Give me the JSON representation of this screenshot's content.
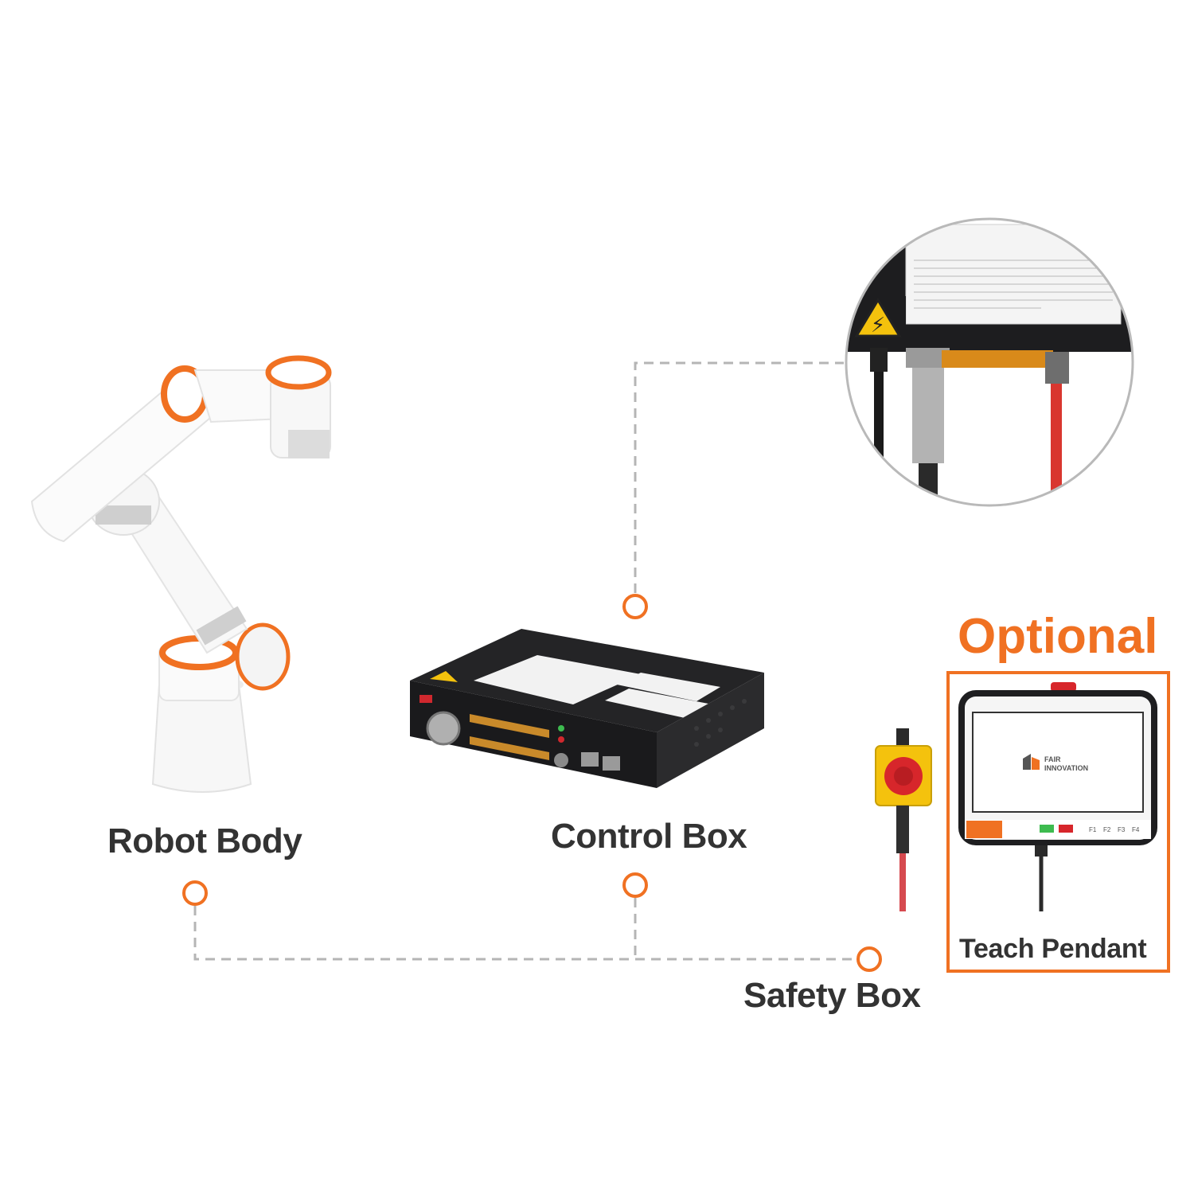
{
  "labels": {
    "robot_body": "Robot Body",
    "control_box": "Control Box",
    "safety_box": "Safety Box",
    "optional": "Optional",
    "teach_pendant": "Teach Pendant"
  },
  "pendant_screen": {
    "brand_line1": "FAIR",
    "brand_line2": "INNOVATION",
    "function_keys": [
      "F1",
      "F2",
      "F3",
      "F4"
    ]
  },
  "colors": {
    "accent": "#f07122",
    "label_text": "#333333",
    "connector_line": "#b5b5b5",
    "safety_yellow": "#f4c20d",
    "estop_red": "#d7262b"
  }
}
